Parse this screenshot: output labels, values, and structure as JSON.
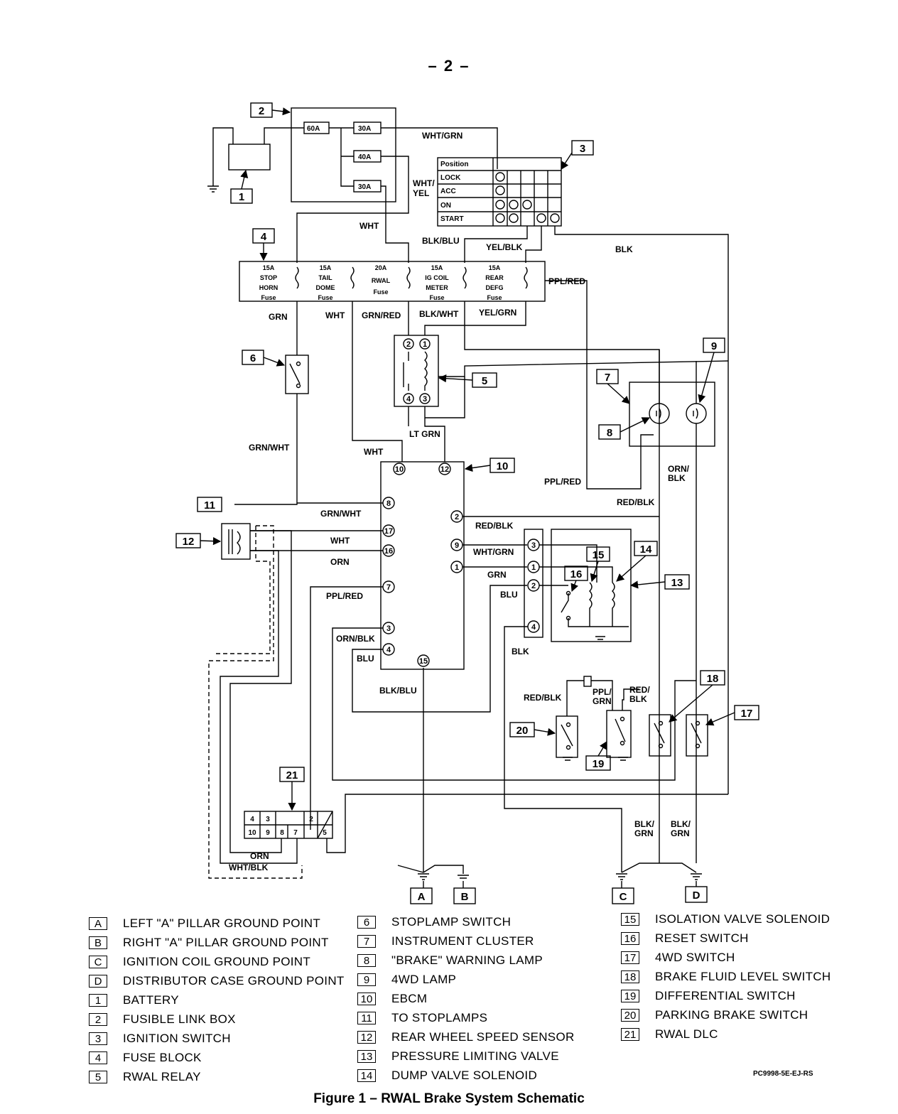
{
  "page_number": "– 2 –",
  "figure_caption": "Figure 1 – RWAL Brake System Schematic",
  "part_code": "PC9998-5E-EJ-RS",
  "fusible_links": [
    "60A",
    "30A",
    "40A",
    "30A"
  ],
  "ignition_switch": {
    "header": "Position",
    "rows": [
      "LOCK",
      "ACC",
      "ON",
      "START"
    ]
  },
  "fuses": [
    {
      "amp": "15A",
      "l1": "STOP",
      "l2": "HORN",
      "l3": "Fuse"
    },
    {
      "amp": "15A",
      "l1": "TAIL",
      "l2": "DOME",
      "l3": "Fuse"
    },
    {
      "amp": "20A",
      "l1": "RWAL",
      "l2": "Fuse",
      "l3": ""
    },
    {
      "amp": "15A",
      "l1": "IG COIL",
      "l2": "METER",
      "l3": "Fuse"
    },
    {
      "amp": "15A",
      "l1": "REAR",
      "l2": "DEFG",
      "l3": "Fuse"
    }
  ],
  "wires": {
    "w1": "WHT/GRN",
    "w2": "WHT/",
    "w2b": "YEL",
    "w3": "WHT",
    "w4": "BLK/BLU",
    "w5": "YEL/BLK",
    "w6": "BLK",
    "w7": "PPL/RED",
    "w8": "GRN",
    "w9": "WHT",
    "w10": "GRN/RED",
    "w11": "BLK/WHT",
    "w12": "YEL/GRN",
    "w13": "LT GRN",
    "w14": "WHT",
    "w15": "GRN/WHT",
    "w16": "PPL/RED",
    "w17": "ORN/",
    "w17b": "BLK",
    "w18": "RED/BLK",
    "w19": "GRN/WHT",
    "w20": "RED/BLK",
    "w21": "WHT",
    "w22": "WHT/GRN",
    "w23": "ORN",
    "w24": "GRN",
    "w25": "BLU",
    "w26": "PPL/RED",
    "w27": "ORN/BLK",
    "w28": "BLU",
    "w29": "BLK",
    "w30": "BLK/BLU",
    "w31": "RED/BLK",
    "w32": "PPL/",
    "w32b": "GRN",
    "w33": "RED/",
    "w33b": "BLK",
    "w34": "ORN",
    "w35": "WHT/BLK",
    "w36": "BLK/",
    "w36b": "GRN",
    "w37": "BLK/",
    "w37b": "GRN"
  },
  "ebcm_pins": [
    "10",
    "12",
    "8",
    "2",
    "17",
    "16",
    "9",
    "1",
    "7",
    "3",
    "4",
    "15"
  ],
  "relay_pins": [
    "2",
    "1",
    "4",
    "3"
  ],
  "valve_pins": [
    "3",
    "1",
    "2",
    "4"
  ],
  "dlc_pins": [
    "4",
    "3",
    "2",
    "10",
    "9",
    "8",
    "7",
    "5"
  ],
  "callouts": [
    "2",
    "3",
    "1",
    "4",
    "6",
    "5",
    "7",
    "9",
    "8",
    "10",
    "11",
    "12",
    "15",
    "14",
    "16",
    "13",
    "18",
    "17",
    "20",
    "19",
    "21"
  ],
  "ground_points": [
    "A",
    "B",
    "C",
    "D"
  ],
  "legend": [
    {
      "key": "A",
      "text": "LEFT \"A\" PILLAR GROUND POINT"
    },
    {
      "key": "B",
      "text": "RIGHT \"A\" PILLAR GROUND POINT"
    },
    {
      "key": "C",
      "text": "IGNITION COIL GROUND POINT"
    },
    {
      "key": "D",
      "text": "DISTRIBUTOR CASE GROUND POINT"
    },
    {
      "key": "1",
      "text": "BATTERY"
    },
    {
      "key": "2",
      "text": "FUSIBLE LINK BOX"
    },
    {
      "key": "3",
      "text": "IGNITION SWITCH"
    },
    {
      "key": "4",
      "text": "FUSE BLOCK"
    },
    {
      "key": "5",
      "text": "RWAL RELAY"
    },
    {
      "key": "6",
      "text": "STOPLAMP SWITCH"
    },
    {
      "key": "7",
      "text": "INSTRUMENT CLUSTER"
    },
    {
      "key": "8",
      "text": "\"BRAKE\" WARNING LAMP"
    },
    {
      "key": "9",
      "text": "4WD LAMP"
    },
    {
      "key": "10",
      "text": "EBCM"
    },
    {
      "key": "11",
      "text": "TO STOPLAMPS"
    },
    {
      "key": "12",
      "text": "REAR WHEEL SPEED SENSOR"
    },
    {
      "key": "13",
      "text": "PRESSURE LIMITING VALVE"
    },
    {
      "key": "14",
      "text": "DUMP VALVE SOLENOID"
    },
    {
      "key": "15",
      "text": "ISOLATION VALVE SOLENOID"
    },
    {
      "key": "16",
      "text": "RESET SWITCH"
    },
    {
      "key": "17",
      "text": "4WD SWITCH"
    },
    {
      "key": "18",
      "text": "BRAKE FLUID LEVEL SWITCH"
    },
    {
      "key": "19",
      "text": "DIFFERENTIAL SWITCH"
    },
    {
      "key": "20",
      "text": "PARKING BRAKE SWITCH"
    },
    {
      "key": "21",
      "text": "RWAL DLC"
    }
  ]
}
